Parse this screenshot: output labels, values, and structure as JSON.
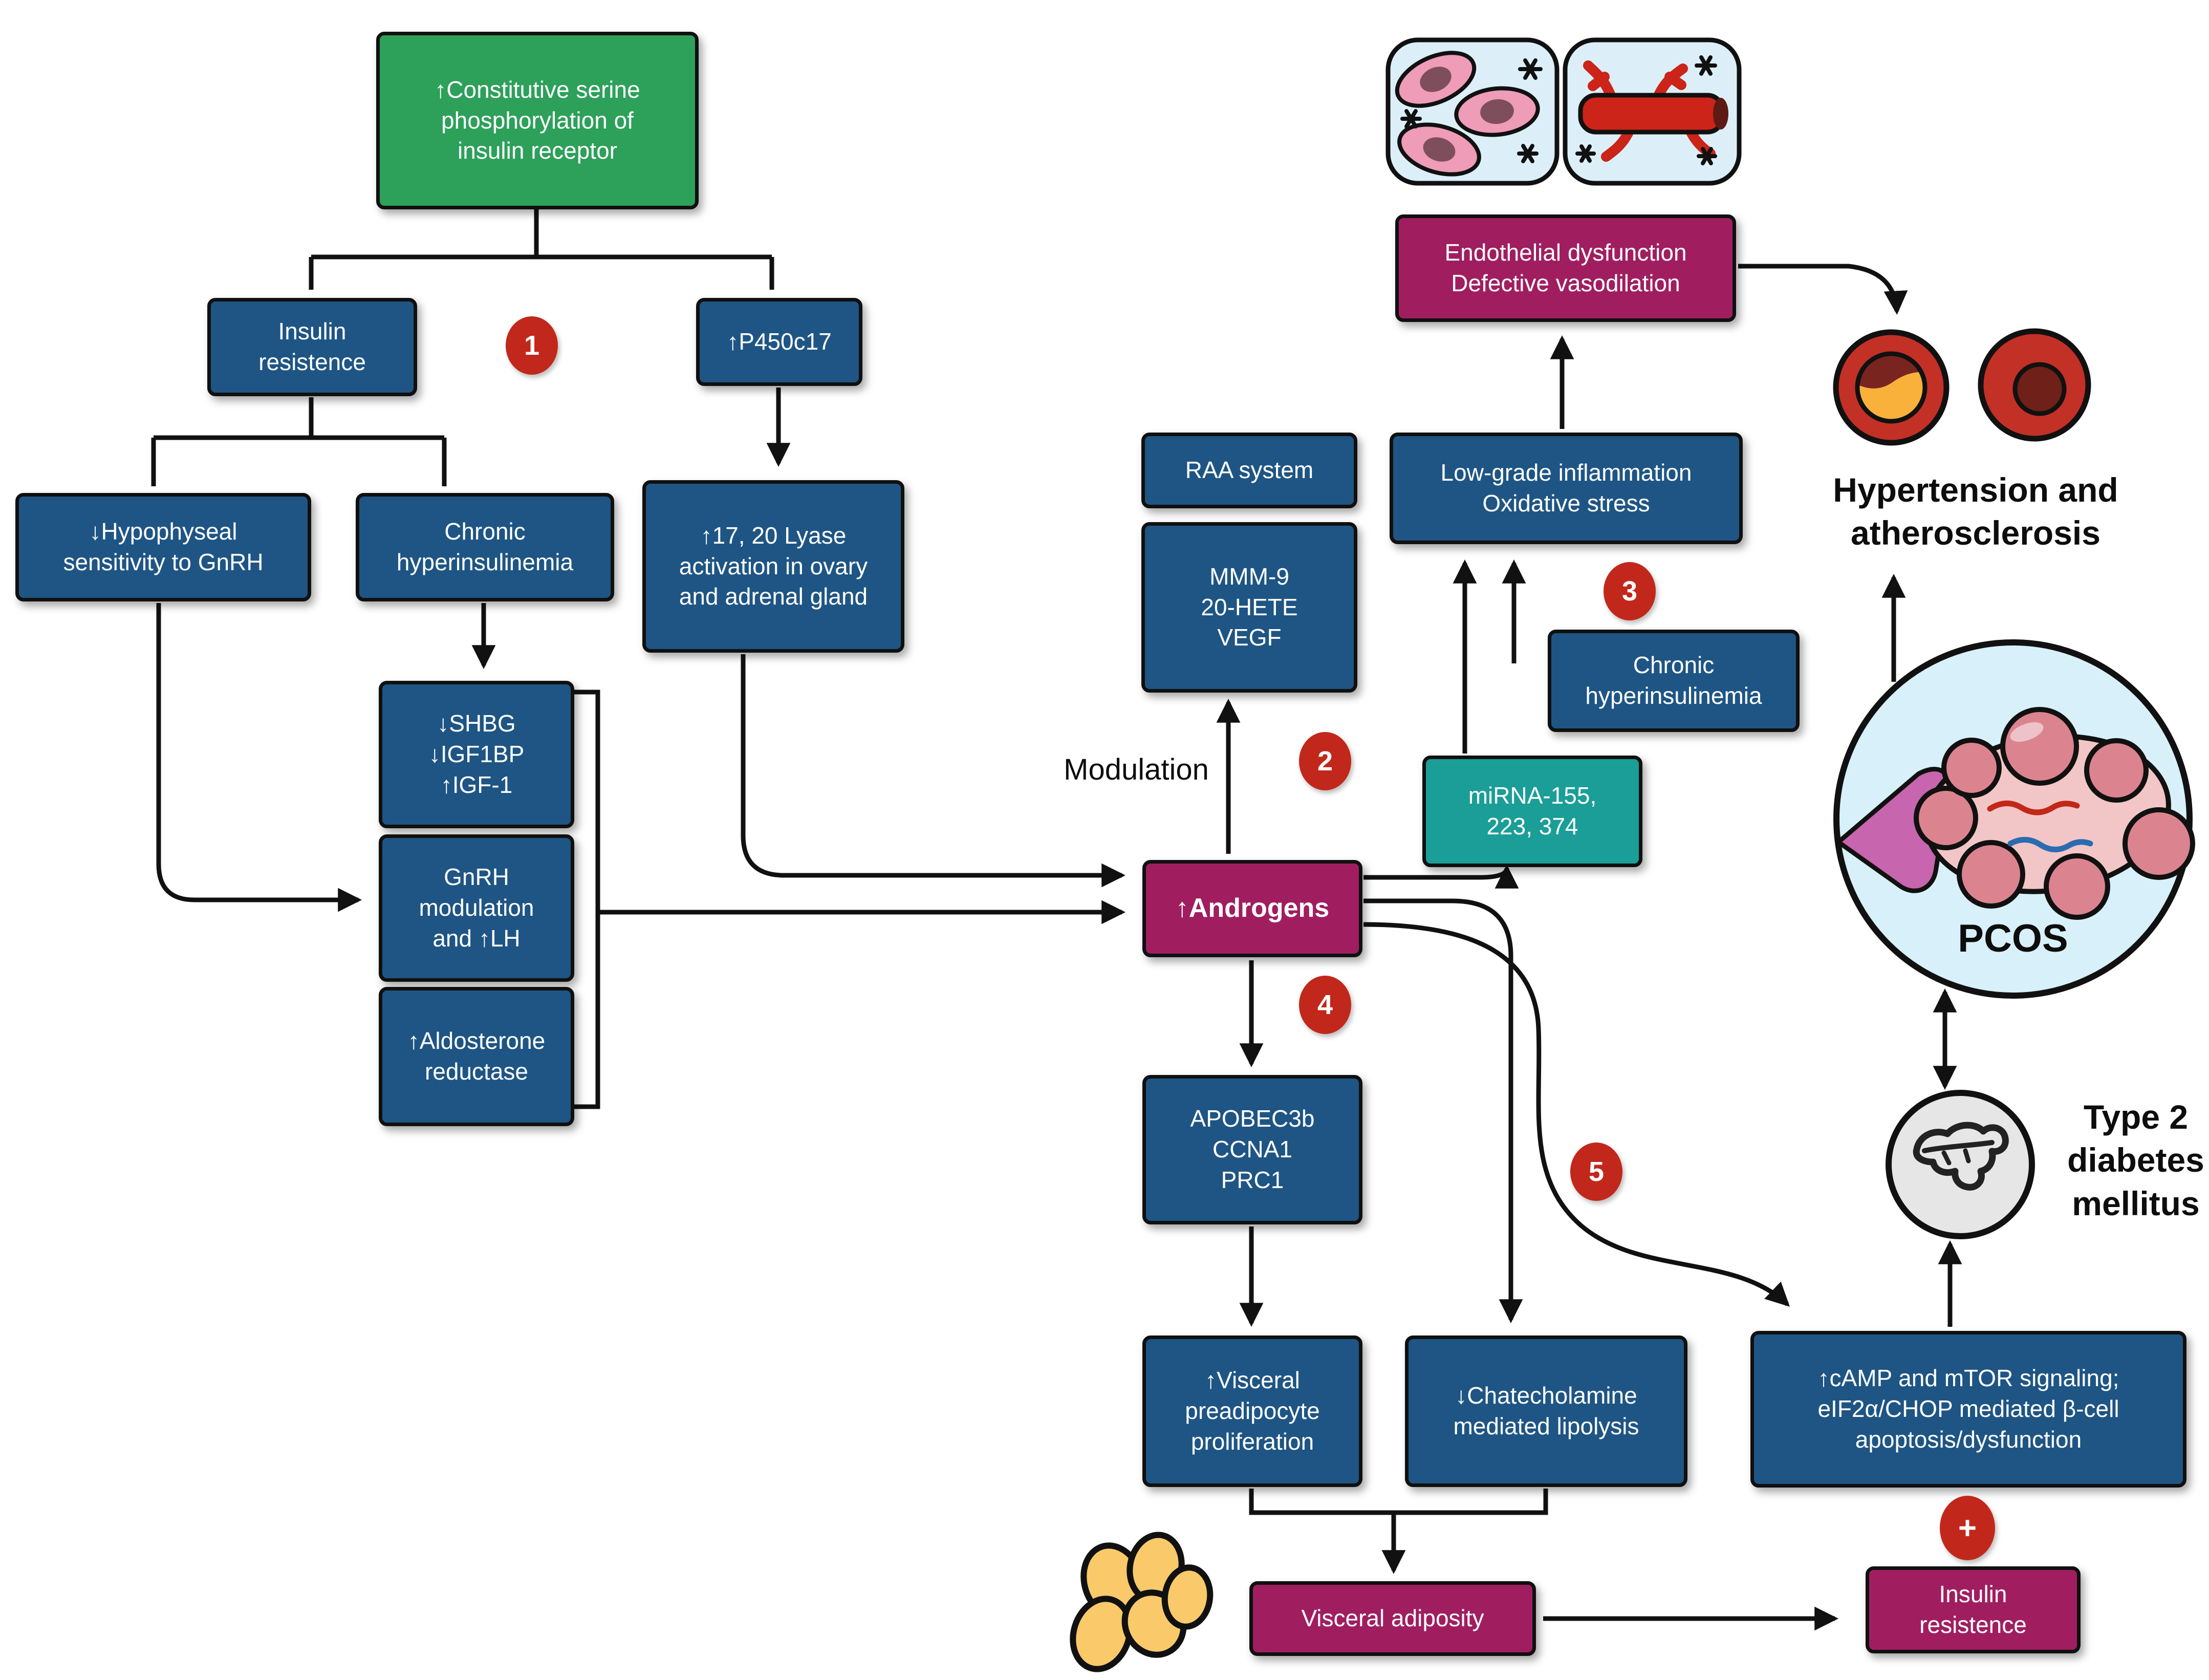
{
  "nodes": {
    "constitutive": {
      "label": "↑Constitutive serine\nphosphorylation of\ninsulin receptor"
    },
    "insulin_resistence_1": {
      "label": "Insulin\nresistence"
    },
    "p450c17": {
      "label": "↑P450c17"
    },
    "hypophyseal": {
      "label": "↓Hypophyseal\nsensitivity to GnRH"
    },
    "chronic_hyperinsulinemia_left": {
      "label": "Chronic\nhyperinsulinemia"
    },
    "lyase": {
      "label": "↑17, 20 Lyase\nactivation in ovary\nand adrenal gland"
    },
    "shbg": {
      "label": "↓SHBG\n↓IGF1BP\n↑IGF-1"
    },
    "gnrh_modulation": {
      "label": "GnRH\nmodulation\nand ↑LH"
    },
    "aldosterone": {
      "label": "↑Aldosterone\nreductase"
    },
    "raa_system": {
      "label": "RAA system"
    },
    "mmm9": {
      "label": "MMM-9\n20-HETE\nVEGF"
    },
    "androgens": {
      "label": "↑Androgens"
    },
    "apobec": {
      "label": "APOBEC3b\nCCNA1\nPRC1"
    },
    "visceral_preadipocyte": {
      "label": "↑Visceral\npreadipocyte\nproliferation"
    },
    "chatecholamine": {
      "label": "↓Chatecholamine\nmediated lipolysis"
    },
    "camp_mtor": {
      "label": "↑cAMP and mTOR signaling;\neIF2α/CHOP mediated β-cell\napoptosis/dysfunction"
    },
    "visceral_adiposity": {
      "label": "Visceral adiposity"
    },
    "insulin_resistence_2": {
      "label": "Insulin\nresistence"
    },
    "endothelial_dysfunction": {
      "label": "Endothelial dysfunction\nDefective vasodilation"
    },
    "low_grade_inflammation": {
      "label": "Low-grade inflammation\nOxidative stress"
    },
    "chronic_hyperinsulinemia_right": {
      "label": "Chronic\nhyperinsulinemia"
    },
    "mirna": {
      "label": "miRNA-155,\n223, 374"
    }
  },
  "labels": {
    "modulation": "Modulation",
    "hypertension": "Hypertension and\natherosclerosis",
    "type2_diabetes": "Type 2\ndiabetes\nmellitus",
    "pcos": "PCOS"
  },
  "badges": {
    "one": "1",
    "two": "2",
    "three": "3",
    "four": "4",
    "five": "5",
    "plus": "+"
  },
  "colors": {
    "box_blue": "#1E5584",
    "box_green": "#2DA05A",
    "box_magenta": "#A01E60",
    "box_teal": "#1A9E97",
    "badge_red": "#C2271B",
    "outline_black": "#111111",
    "tile_background": "#DCEFF9",
    "vessel_red": "#C33026",
    "plaque_orange": "#F9B13C",
    "pcos_background": "#D8F0FA",
    "ovary_pink": "#F2C6C6",
    "cyst_pink": "#DB8490",
    "fallopian_purple": "#C765AE",
    "adipocyte_yellow": "#F9C96A",
    "t2dm_gray": "#E6E6E6"
  }
}
